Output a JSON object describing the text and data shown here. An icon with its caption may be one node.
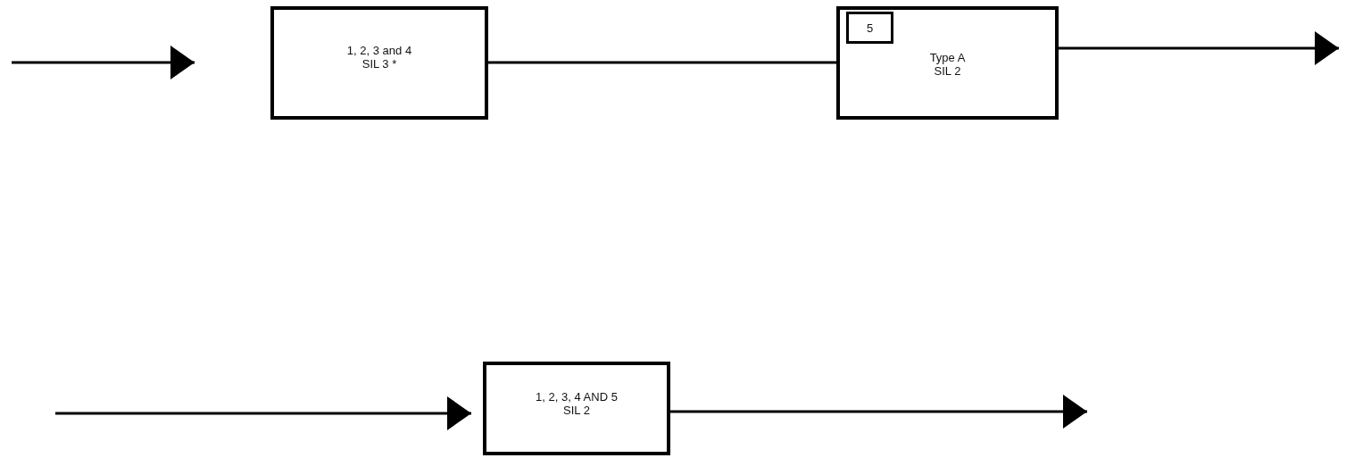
{
  "diagram": {
    "nodes": [
      {
        "text": [
          "1, 2, 3 and 4",
          "SIL 3 *"
        ]
      },
      {
        "text": [
          "Type A",
          "SIL 2"
        ]
      },
      {
        "text": [
          "5"
        ],
        "in": 1
      },
      {
        "text": [
          "1, 2, 3, 4 AND 5",
          "SIL 2"
        ]
      }
    ],
    "edges": [
      {
        "from": null,
        "to": 0,
        "arrow": "to"
      },
      {
        "from": 0,
        "to": 1,
        "arrow": "none"
      },
      {
        "from": 1,
        "to": null,
        "arrow": "to"
      },
      {
        "from": null,
        "to": 3,
        "arrow": "to"
      },
      {
        "from": 3,
        "to": null,
        "arrow": "to"
      }
    ]
  }
}
